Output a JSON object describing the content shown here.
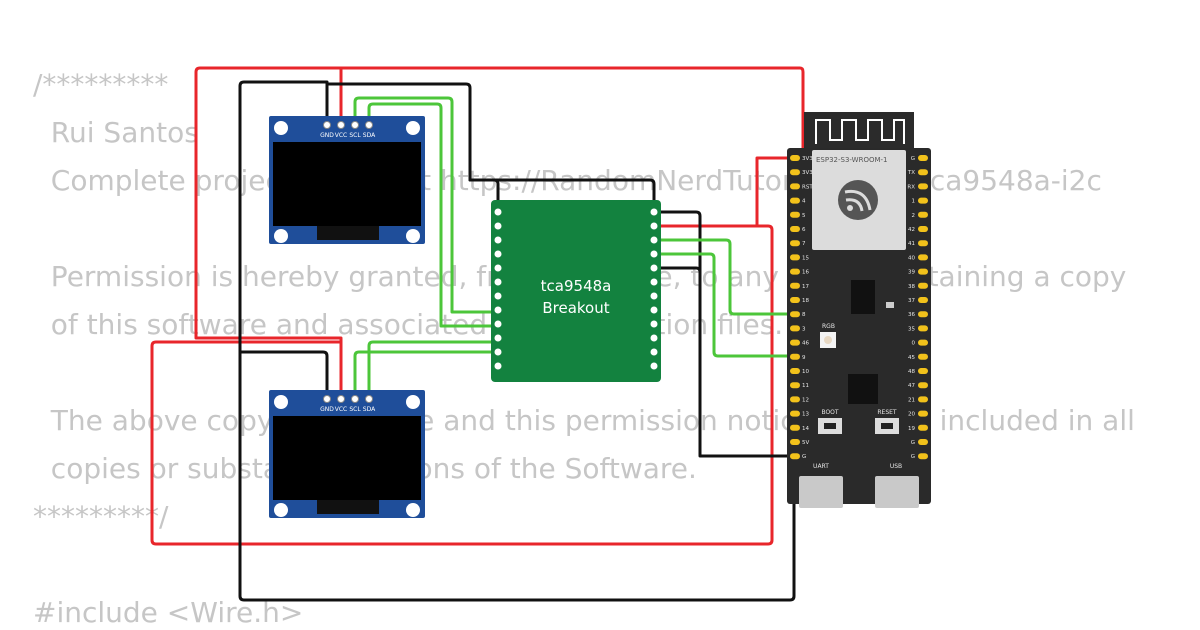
{
  "code": {
    "lines": [
      "/*********",
      "  Rui Santos",
      "  Complete project details at https://RandomNerdTutorials.com/tca9548a-i2c",
      "",
      "  Permission is hereby granted, free of charge, to any person obtaining a copy",
      "  of this software and associated documentation files.",
      "",
      "  The above copyright notice and this permission notice shall be included in all",
      "  copies or substantial portions of the Software.",
      "*********/",
      "",
      "#include <Wire.h>"
    ]
  },
  "oled_top": {
    "pin_labels": [
      "GND",
      "VCC",
      "SCL",
      "SDA"
    ]
  },
  "oled_bottom": {
    "pin_labels": [
      "GND",
      "VCC",
      "SCL",
      "SDA"
    ]
  },
  "mux": {
    "title_line1": "tca9548a",
    "title_line2": "Breakout"
  },
  "esp32": {
    "module_label": "ESP32-S3-WROOM-1",
    "left_pins": [
      "3V3",
      "3V3",
      "RST",
      "4",
      "5",
      "6",
      "7",
      "15",
      "16",
      "17",
      "18",
      "8",
      "3",
      "46",
      "9",
      "10",
      "11",
      "12",
      "13",
      "14",
      "5V",
      "G"
    ],
    "right_pins": [
      "G",
      "TX",
      "RX",
      "1",
      "2",
      "42",
      "41",
      "40",
      "39",
      "38",
      "37",
      "36",
      "35",
      "0",
      "45",
      "48",
      "47",
      "21",
      "20",
      "19",
      "G",
      "G"
    ],
    "rgb_label": "RGB",
    "boot_label": "BOOT",
    "reset_label": "RESET",
    "uart_label": "UART",
    "usb_label": "USB"
  },
  "colors": {
    "wire_red": "#e8262b",
    "wire_black": "#111111",
    "wire_green": "#4cc63a",
    "oled_board": "#1f4e9a",
    "mux_board": "#13823f",
    "esp_board": "#2a2a2a",
    "pin_gold": "#f2c21b",
    "code_text": "#c6c6c6"
  }
}
